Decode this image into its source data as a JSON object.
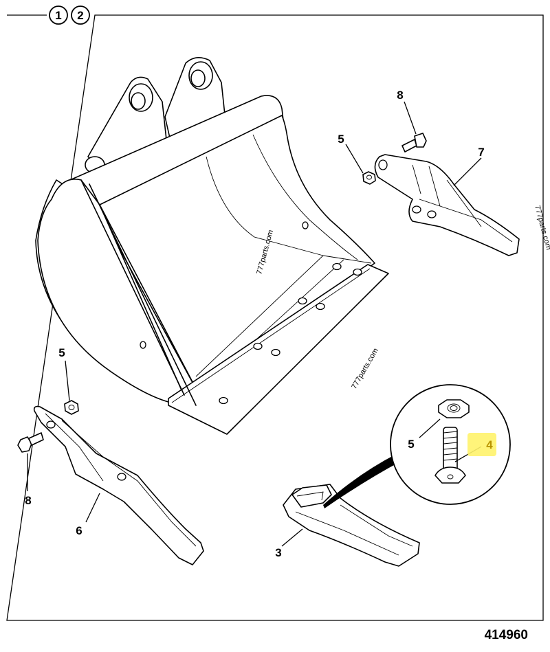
{
  "sheet": {
    "view_numbers": [
      "1",
      "2"
    ],
    "document_number": "414960"
  },
  "watermarks": [
    "777parts.com",
    "777parts.com",
    "777parts.com"
  ],
  "callouts": {
    "bolt_top": "8",
    "nut_top": "5",
    "side_cutter_right": "7",
    "nut_left": "5",
    "bolt_left": "8",
    "side_cutter_left": "6",
    "tooth": "3",
    "detail_nut": "5",
    "detail_pin": "4"
  },
  "colors": {
    "line": "#000000",
    "background": "#ffffff",
    "highlight": "#fff36b"
  }
}
